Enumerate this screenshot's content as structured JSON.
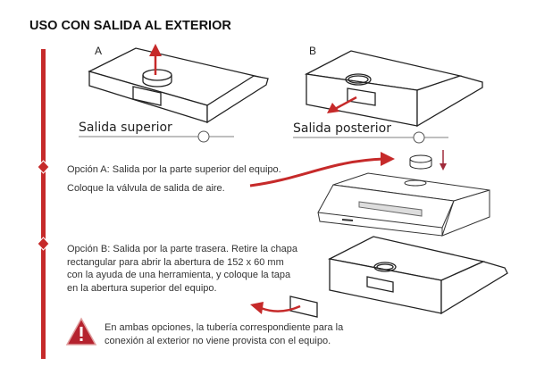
{
  "title": "USO CON SALIDA AL EXTERIOR",
  "diagram_a": {
    "letter": "A",
    "label": "Salida superior"
  },
  "diagram_b": {
    "letter": "B",
    "label": "Salida posterior"
  },
  "option_a": {
    "lines": [
      "Opción A: Salida por la parte superior del equipo.",
      "Coloque la válvula de salida de aire."
    ]
  },
  "option_b": {
    "lines": [
      "Opción B: Salida por la parte trasera. Retire la chapa",
      "rectangular para abrir la abertura de 152 x 60 mm",
      "con la ayuda de una herramienta, y coloque la tapa",
      "en la abertura superior del equipo."
    ]
  },
  "warning": {
    "icon": "warning-triangle-icon",
    "lines": [
      "En ambas opciones, la tubería correspondiente para la",
      "conexión al exterior no viene provista con el equipo."
    ]
  },
  "colors": {
    "accent": "#c62a2a",
    "line": "#222222"
  }
}
